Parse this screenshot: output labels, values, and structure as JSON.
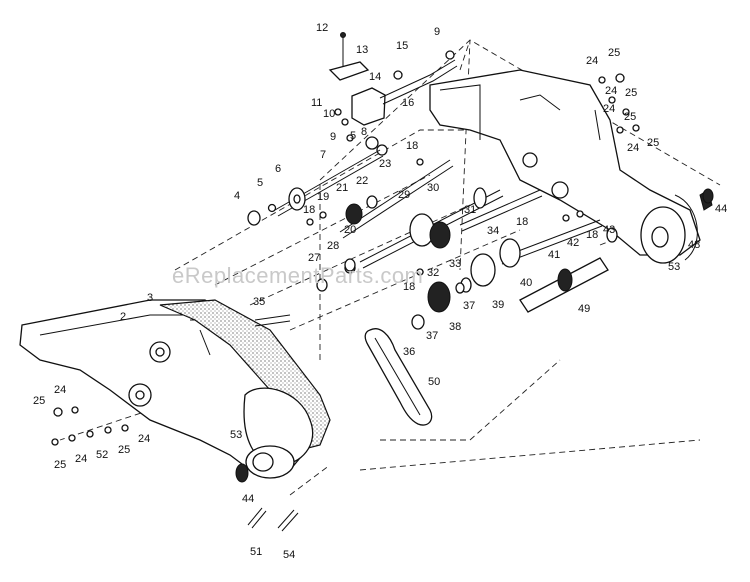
{
  "watermark": "eReplacementParts.com",
  "callouts": [
    "12",
    "13",
    "15",
    "9",
    "14",
    "11",
    "10",
    "16",
    "9",
    "8",
    "5",
    "6",
    "7",
    "4",
    "5",
    "19",
    "18",
    "21",
    "22",
    "20",
    "23",
    "18",
    "29",
    "30",
    "31",
    "18",
    "34",
    "33",
    "32",
    "27",
    "28",
    "18",
    "35",
    "3",
    "2",
    "37",
    "38",
    "39",
    "40",
    "41",
    "42",
    "18",
    "43",
    "49",
    "36",
    "37",
    "50",
    "24",
    "25",
    "24",
    "25",
    "24",
    "25",
    "25",
    "24",
    "44",
    "48",
    "53",
    "24",
    "25",
    "24",
    "52",
    "25",
    "24",
    "25",
    "53",
    "44",
    "51",
    "54"
  ]
}
